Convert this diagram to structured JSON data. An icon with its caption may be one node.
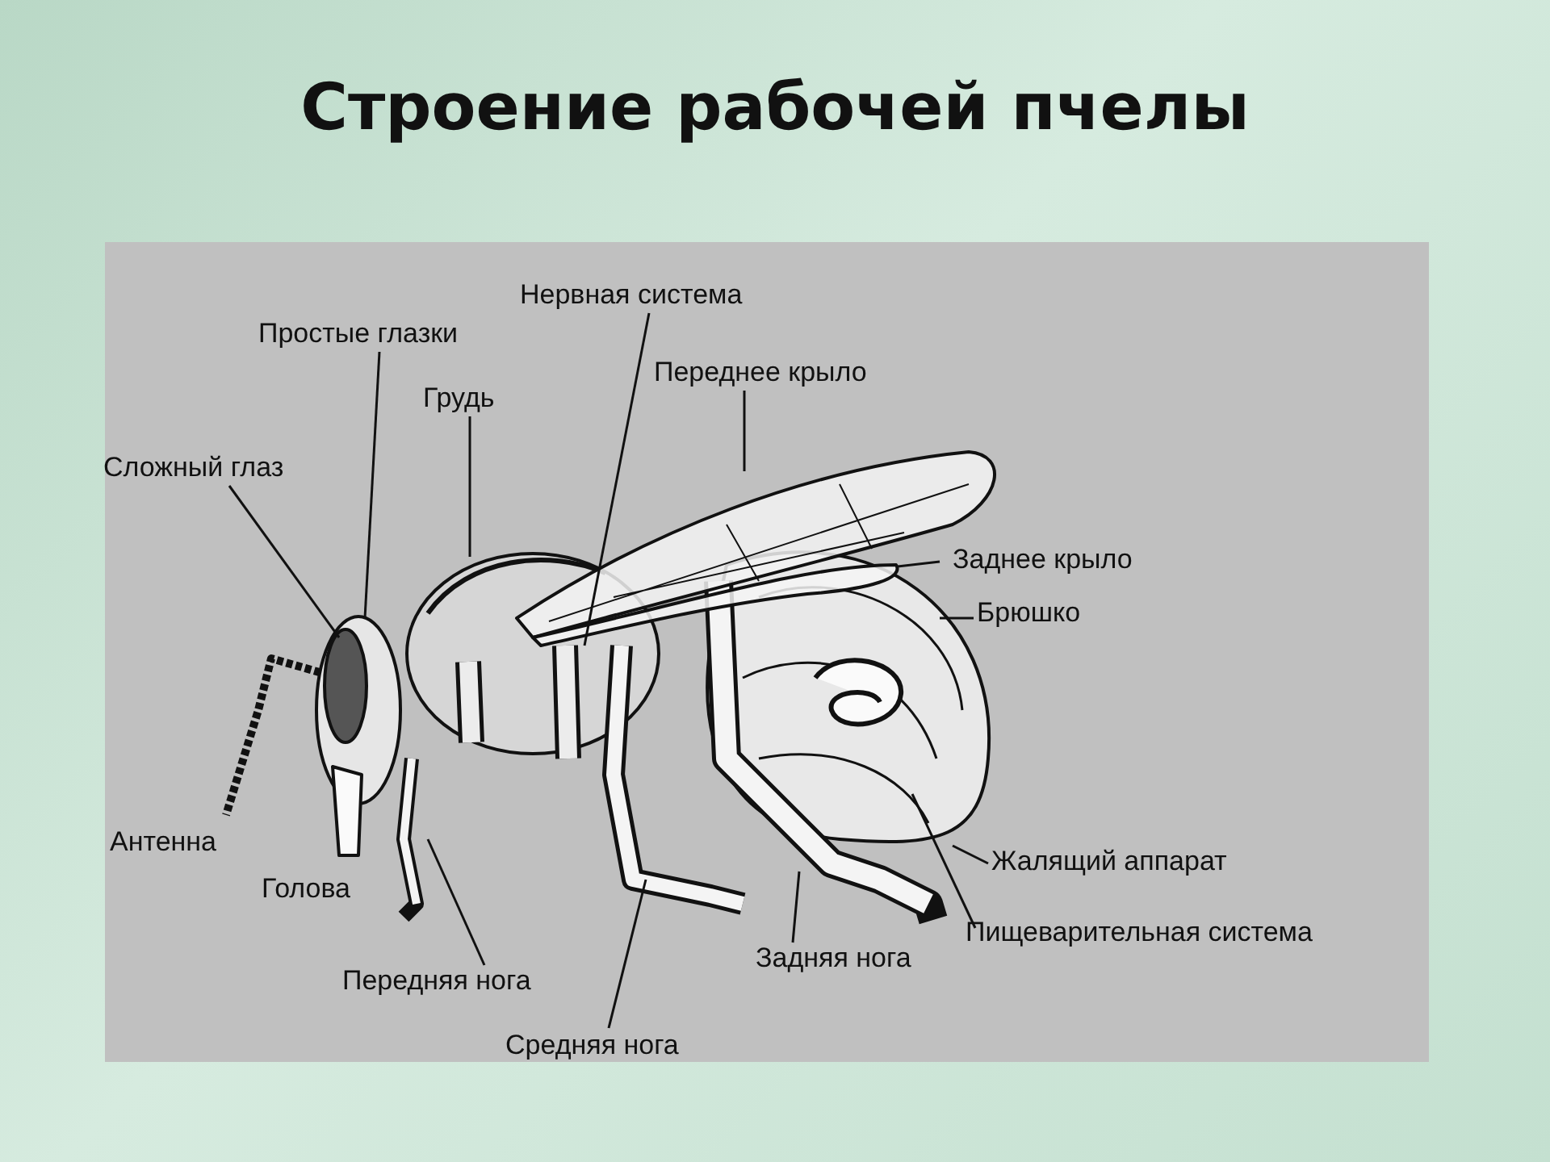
{
  "diagram": {
    "title": "Строение рабочей пчелы",
    "nodes": [
      {
        "text": [
          "Простые глазки"
        ]
      },
      {
        "text": [
          "Нервная система"
        ]
      },
      {
        "text": [
          "Грудь"
        ]
      },
      {
        "text": [
          "Переднее крыло"
        ]
      },
      {
        "text": [
          "Сложный глаз"
        ]
      },
      {
        "text": [
          "Заднее крыло"
        ]
      },
      {
        "text": [
          "Брюшко"
        ]
      },
      {
        "text": [
          "Жалящий аппарат"
        ]
      },
      {
        "text": [
          "Пищеварительная система"
        ]
      },
      {
        "text": [
          "Задняя нога"
        ]
      },
      {
        "text": [
          "Передняя нога"
        ]
      },
      {
        "text": [
          "Средняя нога"
        ]
      }
    ],
    "edges": [
      {
        "from": 0,
        "to": null,
        "arrow": "none"
      },
      {
        "from": 1,
        "to": null,
        "arrow": "none"
      },
      {
        "from": 2,
        "to": null,
        "arrow": "none"
      },
      {
        "from": 3,
        "to": null,
        "arrow": "none"
      },
      {
        "from": 4,
        "to": null,
        "arrow": "none"
      },
      {
        "from": 5,
        "to": null,
        "arrow": "none"
      },
      {
        "from": 6,
        "to": null,
        "arrow": "none"
      },
      {
        "from": 7,
        "to": null,
        "arrow": "none"
      },
      {
        "from": 8,
        "to": null,
        "arrow": "none"
      },
      {
        "from": 9,
        "to": null,
        "arrow": "none"
      },
      {
        "from": 10,
        "to": null,
        "arrow": "none"
      },
      {
        "from": 11,
        "to": null,
        "arrow": "none"
      }
    ],
    "labels": [
      "Антенна",
      "Голова"
    ]
  }
}
